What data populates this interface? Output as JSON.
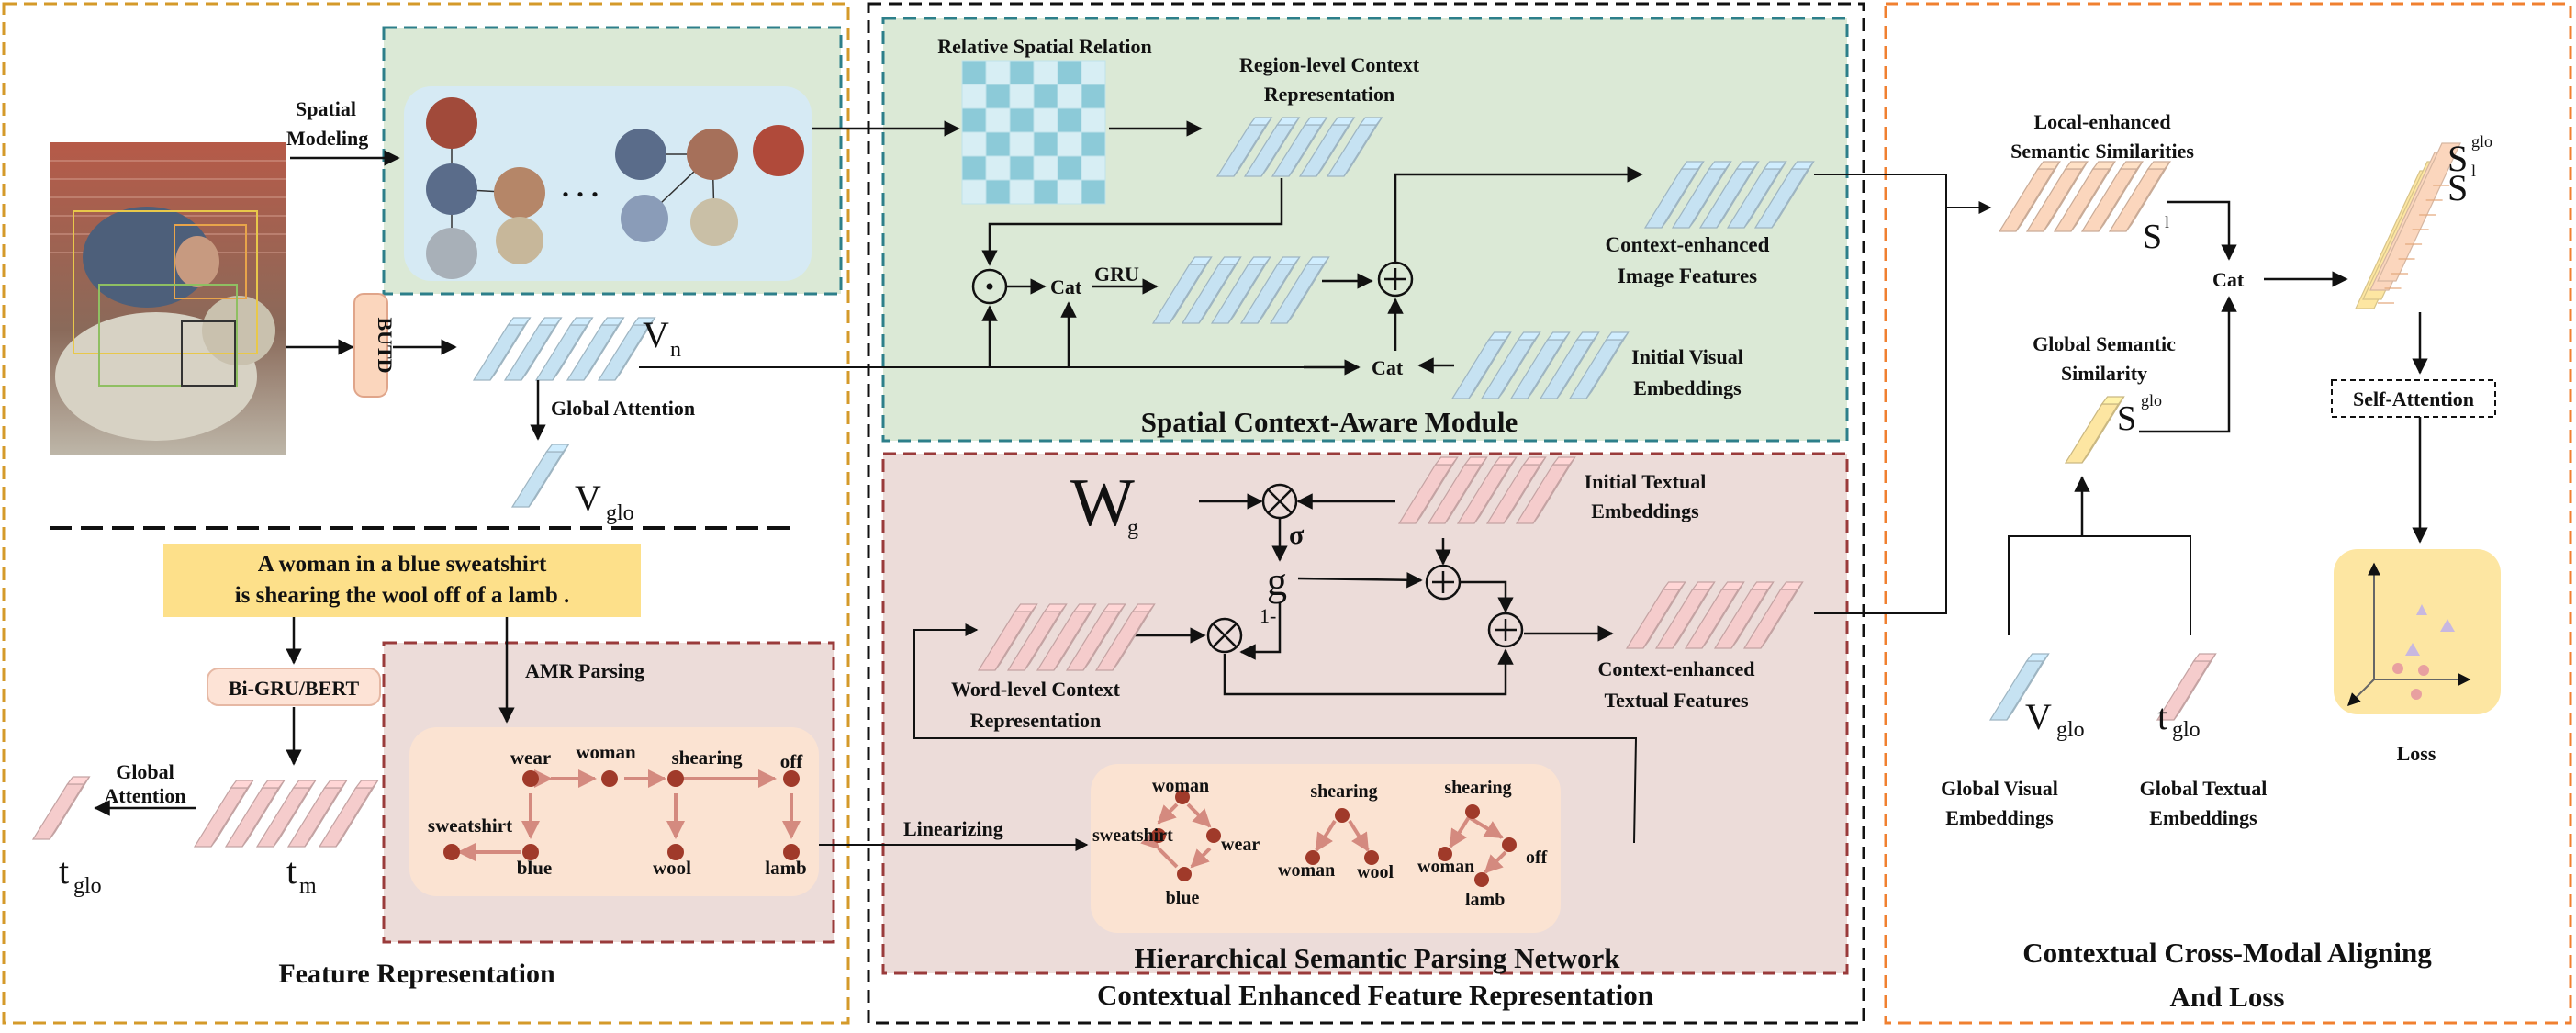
{
  "colors": {
    "orange_border": "#d49a2a",
    "black_border": "#111111",
    "teal_border": "#2d7f8a",
    "red_border": "#9a3b3b",
    "cross_border": "#f08030",
    "spatial_bg": "#dbe9d6",
    "hier_bg": "#ecdcd9",
    "blue_feat": "#c6e2f2",
    "pink_feat": "#f5cccc",
    "orange_feat": "#fbd6bd",
    "yellow_feat": "#fde6a2",
    "caption_bg": "#fde08a",
    "graph_bg": "#fbe3d2",
    "node": "#a03a2a"
  },
  "panels": {
    "feature": "Feature Representation",
    "contextual": "Contextual Enhanced Feature Representation",
    "spatial": "Spatial Context-Aware Module",
    "hierarchical": "Hierarchical Semantic Parsing Network",
    "crossmodal_1": "Contextual Cross-Modal Aligning",
    "crossmodal_2": "And Loss"
  },
  "labels": {
    "spatial_modeling_1": "Spatial",
    "spatial_modeling_2": "Modeling",
    "butd": "BUTD",
    "vn": "V",
    "vn_sub": "n",
    "global_attention": "Global Attention",
    "vglo": "V",
    "vglo_sub": "glo",
    "caption_1": "A woman in a blue sweatshirt",
    "caption_2": "is shearing the wool off of a lamb .",
    "bigru": "Bi-GRU/BERT",
    "amr": "AMR Parsing",
    "global_attention_t1": "Global",
    "global_attention_t2": "Attention",
    "tglo": "t",
    "tglo_sub": "glo",
    "tm": "t",
    "tm_sub": "m",
    "dots": ". . .",
    "relative_spatial": "Relative Spatial Relation",
    "region_context_1": "Region-level Context",
    "region_context_2": "Representation",
    "cat1": "Cat",
    "gru": "GRU",
    "cat2": "Cat",
    "context_img_1": "Context-enhanced",
    "context_img_2": "Image Features",
    "initial_visual_1": "Initial Visual",
    "initial_visual_2": "Embeddings",
    "wg": "W",
    "wg_sub": "g",
    "sigma": "σ",
    "g": "g",
    "one_minus": "1-",
    "initial_text_1": "Initial Textual",
    "initial_text_2": "Embeddings",
    "word_context_1": "Word-level Context",
    "word_context_2": "Representation",
    "context_text_1": "Context-enhanced",
    "context_text_2": "Textual Features",
    "linearizing": "Linearizing",
    "local_sim_1": "Local-enhanced",
    "local_sim_2": "Semantic Similarities",
    "s_l": "S",
    "s_l_sup": "l",
    "cat3": "Cat",
    "sglo_top": "S",
    "sglo_top_sup": "glo",
    "sl_top": "S",
    "sl_top_sup": "l",
    "global_sim_1": "Global Semantic",
    "global_sim_2": "Similarity",
    "s_glo": "S",
    "s_glo_sup": "glo",
    "self_attention": "Self-Attention",
    "v_glo2": "V",
    "v_glo2_sub": "glo",
    "t_glo2": "t",
    "t_glo2_sub": "glo",
    "loss": "Loss",
    "global_visual_1": "Global Visual",
    "global_visual_2": "Embeddings",
    "global_textual_1": "Global Textual",
    "global_textual_2": "Embeddings"
  },
  "amr_graph": {
    "wear": "wear",
    "woman": "woman",
    "shearing": "shearing",
    "off": "off",
    "sweatshirt": "sweatshirt",
    "blue": "blue",
    "wool": "wool",
    "lamb": "lamb"
  },
  "linear_graph": {
    "g1_woman": "woman",
    "g1_sweatshirt": "sweatshirt",
    "g1_wear": "wear",
    "g1_blue": "blue",
    "g2_shearing": "shearing",
    "g2_woman": "woman",
    "g2_wool": "wool",
    "g3_shearing": "shearing",
    "g3_woman": "woman",
    "g3_off": "off",
    "g3_lamb": "lamb"
  }
}
